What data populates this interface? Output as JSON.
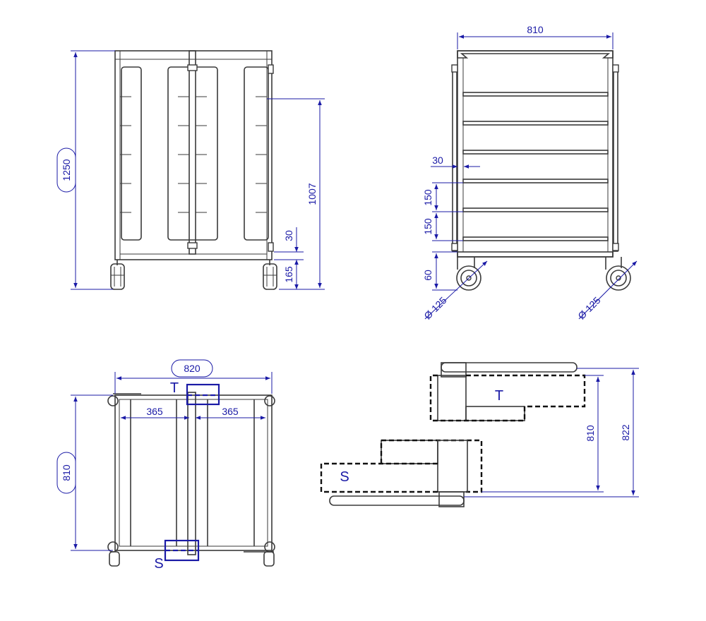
{
  "front_view": {
    "height_overall": "1250",
    "height_1007": "1007",
    "dim_30": "30",
    "dim_165": "165"
  },
  "side_view": {
    "width_810": "810",
    "dim_30": "30",
    "dim_150_a": "150",
    "dim_150_b": "150",
    "dim_60": "60",
    "wheel_left": "Ø 125",
    "wheel_right": "Ø 125"
  },
  "top_view": {
    "width_820": "820",
    "half_left": "365",
    "half_right": "365",
    "depth_810": "810",
    "label_t": "T",
    "label_s": "S"
  },
  "door_detail": {
    "label_t": "T",
    "label_s": "S",
    "dim_810": "810",
    "dim_822": "822"
  },
  "colors": {
    "line": "#3a3a3a",
    "dimension": "#1a1aa6"
  }
}
